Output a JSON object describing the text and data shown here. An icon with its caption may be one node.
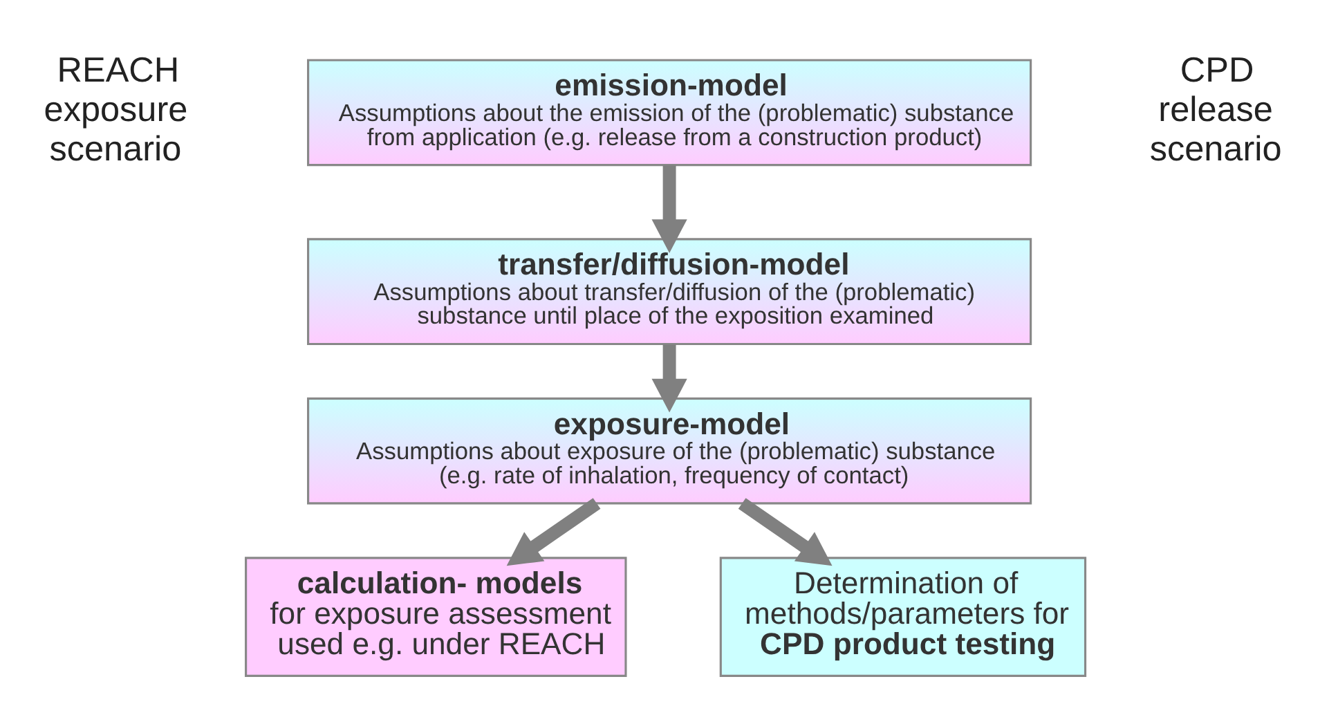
{
  "diagram": {
    "nodes": [
      {
        "text": [
          "emission-model",
          "Assumptions about the emission of the (problematic) substance from application (e.g. release from a construction product)"
        ]
      },
      {
        "text": [
          "transfer/diffusion-model",
          "Assumptions about transfer/diffusion of the (problematic) substance until place of the exposition examined"
        ]
      },
      {
        "text": [
          "exposure-model",
          "Assumptions about exposure of the (problematic) substance (e.g. rate of inhalation, frequency of contact)"
        ]
      },
      {
        "text": [
          "**calculation- models** for exposure assessment used e.g. under REACH"
        ]
      },
      {
        "text": [
          "Determination of methods/parameters for **CPD product testing**"
        ]
      }
    ],
    "edges": [
      {
        "from": 0,
        "to": 1,
        "arrow": "to"
      },
      {
        "from": 1,
        "to": 2,
        "arrow": "to"
      },
      {
        "from": 2,
        "to": 3,
        "arrow": "to"
      },
      {
        "from": 2,
        "to": 4,
        "arrow": "to"
      }
    ],
    "labels": [
      "REACH exposure scenario",
      "CPD release scenario"
    ]
  }
}
